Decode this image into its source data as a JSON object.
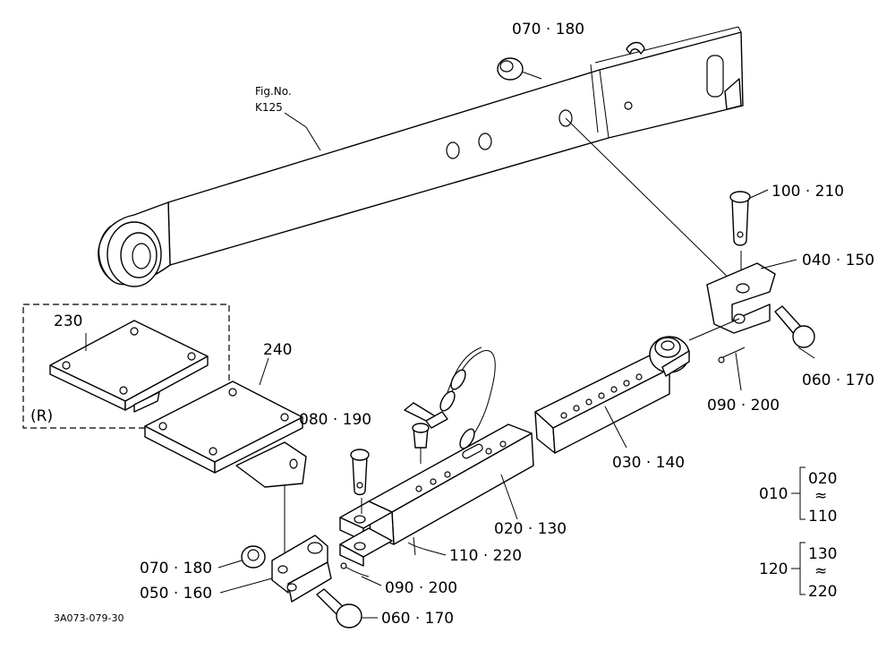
{
  "labels": {
    "l_070_180_top": "070 · 180",
    "l_fig_no": "Fig.No.",
    "l_k125": "K125",
    "l_100_210": "100 · 210",
    "l_040_150": "040 · 150",
    "l_060_170_right": "060 · 170",
    "l_090_200_right": "090 · 200",
    "l_030_140": "030 · 140",
    "l_230": "230",
    "l_240": "240",
    "l_r": "(R)",
    "l_080_190": "080 · 190",
    "l_020_130": "020 · 130",
    "l_110_220": "110 · 220",
    "l_070_180_bottom": "070 · 180",
    "l_050_160": "050 · 160",
    "l_090_200_bottom": "090 · 200",
    "l_060_170_bottom": "060 · 170",
    "l_code": "3A073-079-30",
    "l_010": "010",
    "l_020": "020",
    "l_110": "110",
    "l_120": "120",
    "l_130": "130",
    "l_220": "220",
    "l_tilde1": "≈",
    "l_tilde2": "≈"
  }
}
